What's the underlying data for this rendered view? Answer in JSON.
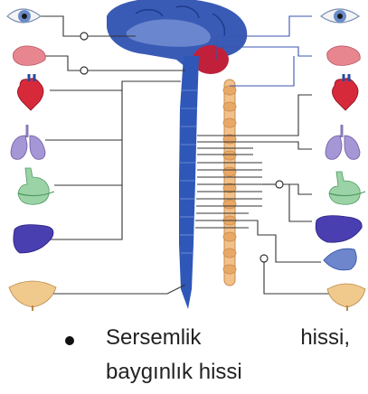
{
  "text": {
    "bullet_word1": "Sersemlik",
    "bullet_word2": "hissi,",
    "bullet_line2": "baygınlık hissi"
  },
  "colors": {
    "brain": "#3a5bb5",
    "cerebellum": "#c0203a",
    "spinal_cord": "#2e57b8",
    "sympathetic_chain": "#f2c18a",
    "nerve_lines": "#333333",
    "blue_nerves": "#3a55b0"
  },
  "organs_left": [
    "eye-icon",
    "salivary-gland-icon",
    "heart-icon",
    "lungs-icon",
    "stomach-icon",
    "liver-icon",
    "bladder-icon"
  ],
  "organs_right": [
    "eye-icon",
    "salivary-gland-icon",
    "heart-icon",
    "lungs-icon",
    "stomach-icon",
    "liver-icon",
    "kidney-icon",
    "bladder-icon"
  ]
}
